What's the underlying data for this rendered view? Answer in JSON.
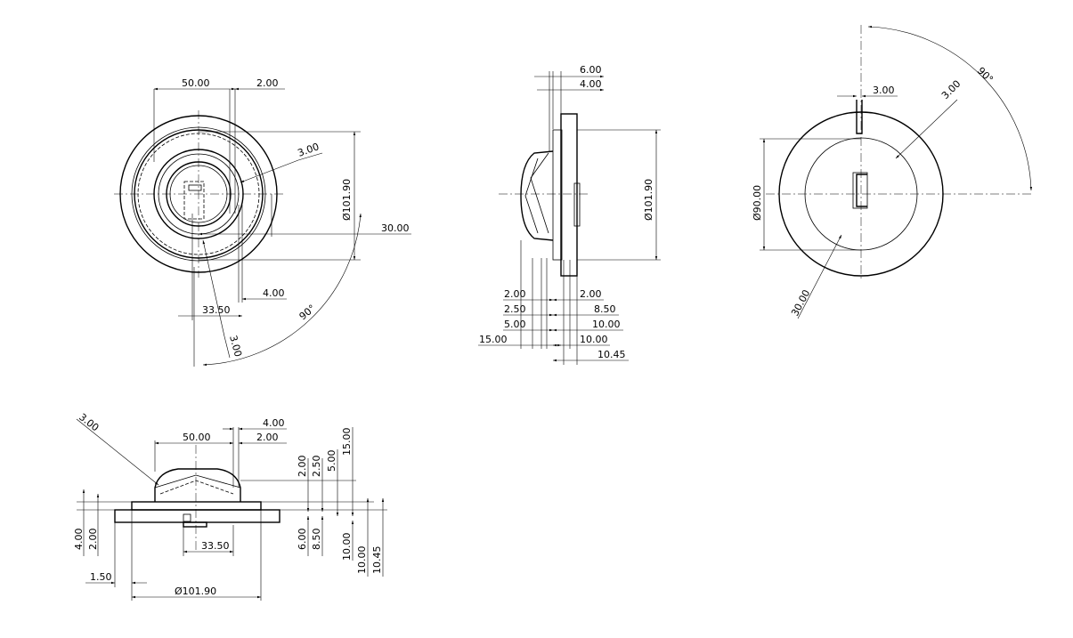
{
  "views": {
    "front": {
      "dims": {
        "width_50": "50.00",
        "gap_2": "2.00",
        "fillet_3": "3.00",
        "dia_101": "Ø101.90",
        "len_30": "30.00",
        "len_4": "4.00",
        "len_33": "33.50",
        "fillet_3b": "3.00",
        "angle_90": "90°"
      }
    },
    "side": {
      "dims": {
        "top_6": "6.00",
        "top_4": "4.00",
        "dia_101": "Ø101.90",
        "left_2": "2.00",
        "left_2_5": "2.50",
        "left_5": "5.00",
        "left_15": "15.00",
        "right_2": "2.00",
        "right_8_5": "8.50",
        "right_10a": "10.00",
        "right_10b": "10.00",
        "right_10_45": "10.45"
      }
    },
    "back": {
      "dims": {
        "slot_3": "3.00",
        "fillet_3": "3.00",
        "angle_90": "90°",
        "dia_90": "Ø90.00",
        "len_30": "30.00"
      }
    },
    "bottom": {
      "dims": {
        "fillet_3": "3.00",
        "top_4": "4.00",
        "top_2": "2.00",
        "width_50": "50.00",
        "v_2": "2.00",
        "v_2_5": "2.50",
        "v_5": "5.00",
        "v_15": "15.00",
        "left_4": "4.00",
        "left_2": "2.00",
        "left_1_5": "1.50",
        "dia_101": "Ø101.90",
        "len_33": "33.50",
        "v_6": "6.00",
        "v_8_5": "8.50",
        "v_10a": "10.00",
        "v_10b": "10.00",
        "v_10_45": "10.45"
      }
    }
  }
}
